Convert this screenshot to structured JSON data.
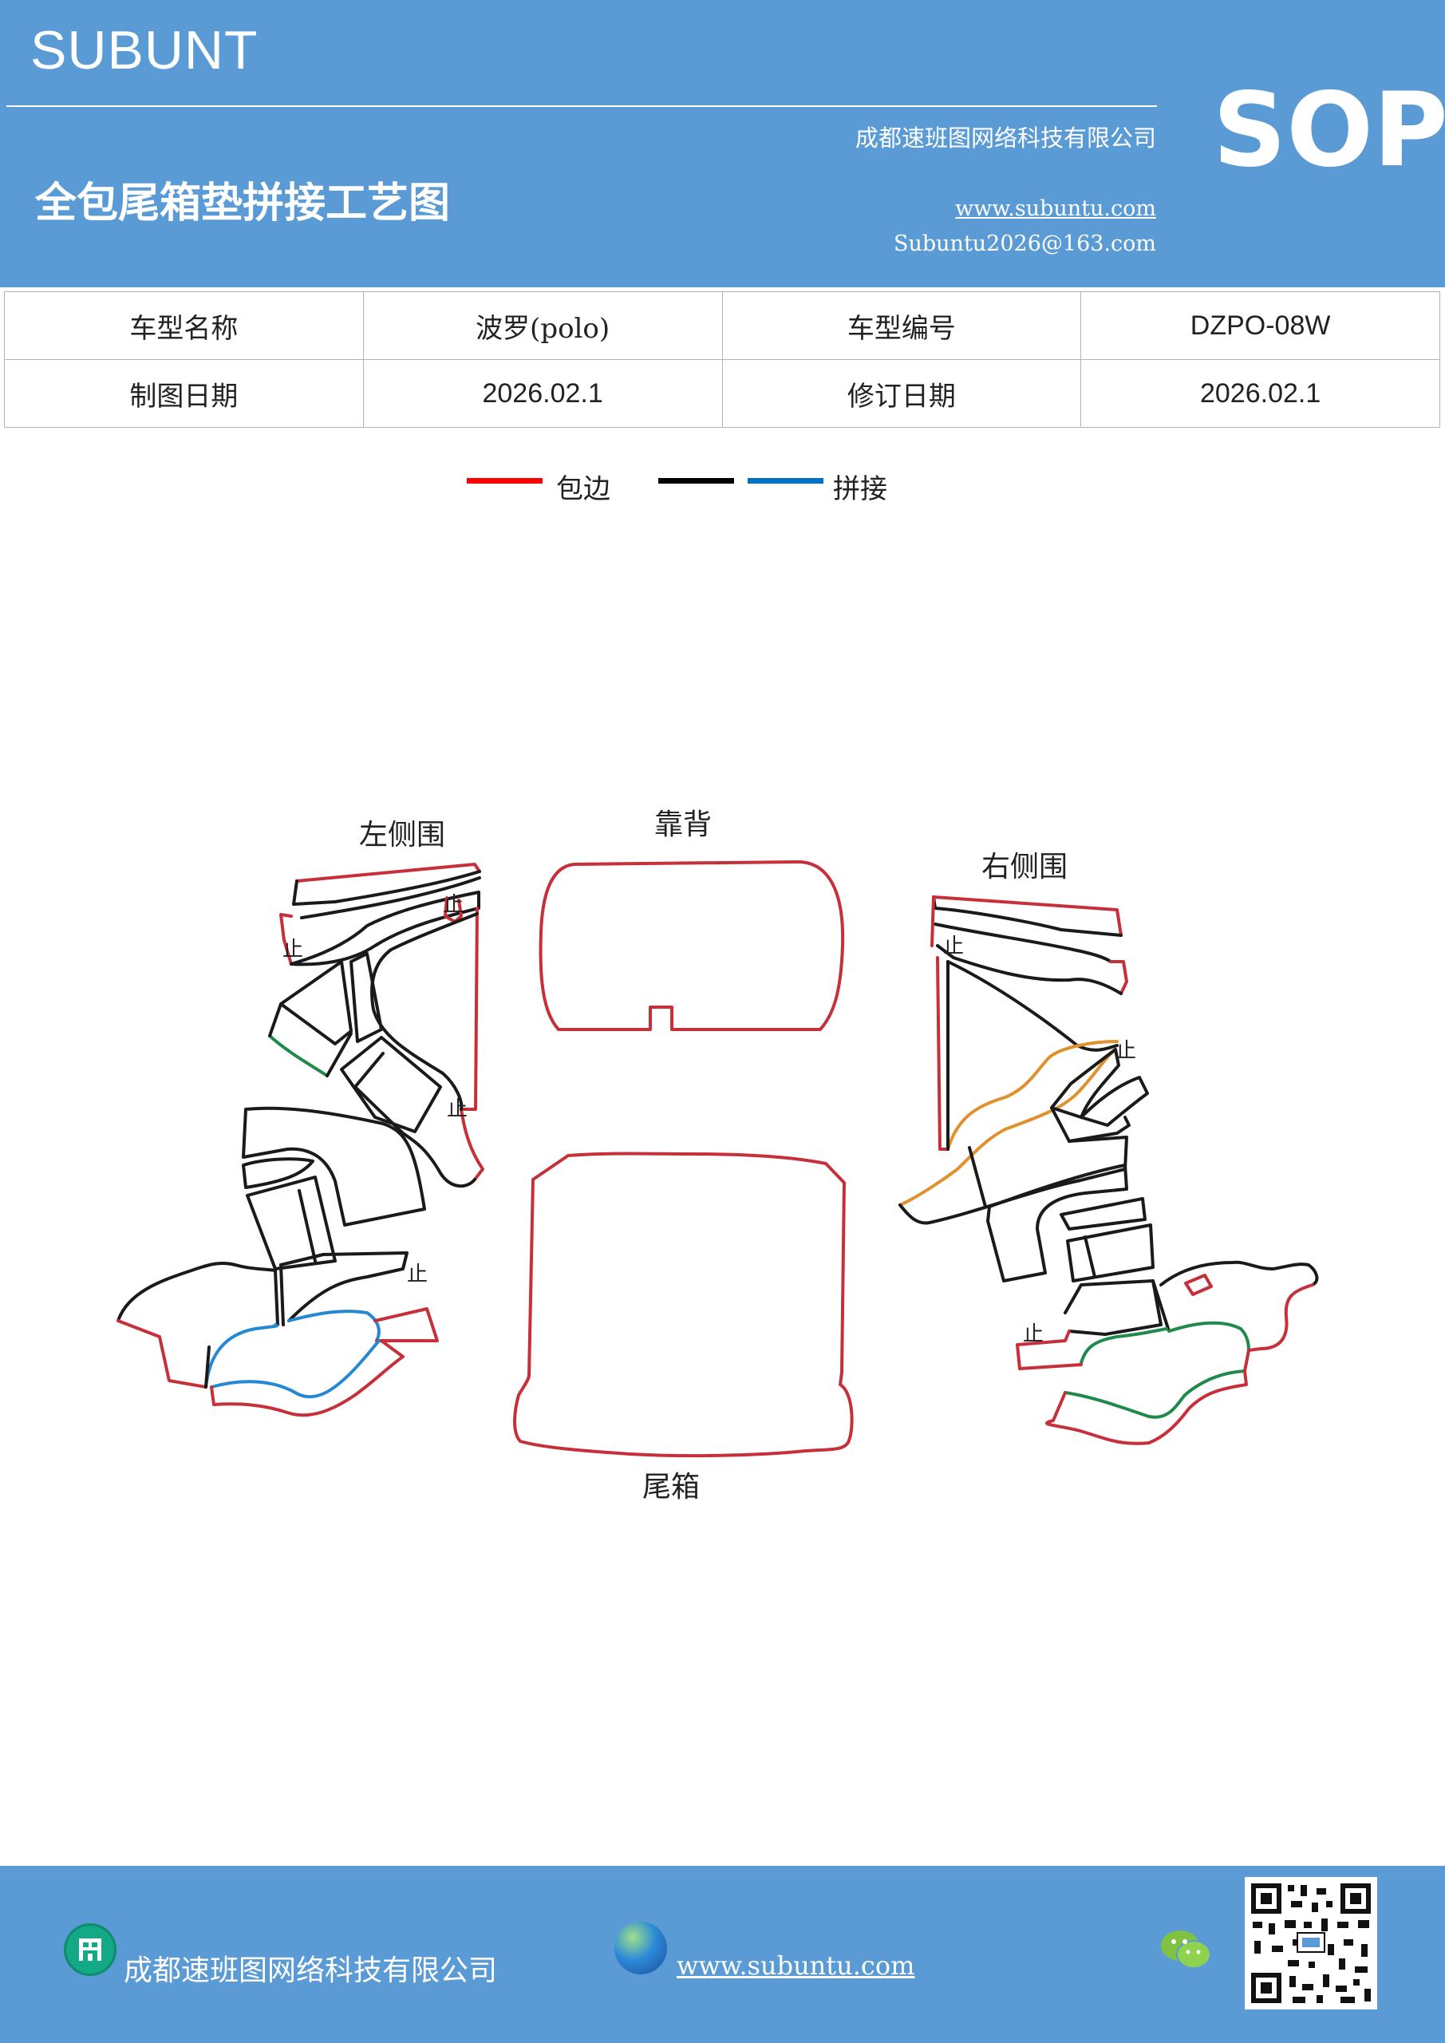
{
  "header": {
    "brand": "SUBUNT",
    "company": "成都速班图网络科技有限公司",
    "title": "全包尾箱垫拼接工艺图",
    "website": "www.subuntu.com",
    "email": "Subuntu2026@163.com",
    "badge": "SOP"
  },
  "info_table": {
    "rows": [
      [
        "车型名称",
        "波罗(polo)",
        "车型编号",
        "DZPO-08W"
      ],
      [
        "制图日期",
        "2026.02.1",
        "修订日期",
        "2026.02.1"
      ]
    ]
  },
  "legend": {
    "items": [
      {
        "label": "包边",
        "colors": [
          "#ff0000"
        ]
      },
      {
        "label": "拼接",
        "colors": [
          "#000000",
          "#0070c0"
        ]
      }
    ]
  },
  "drawing": {
    "labels": {
      "left_side": "左侧围",
      "backrest": "靠背",
      "right_side": "右侧围",
      "trunk": "尾箱"
    },
    "stop_mark": "止",
    "colors": {
      "edge": "#c6303a",
      "seam": "#1a1a1a",
      "blue_seam": "#2489d1",
      "green_seam": "#1f8a4c",
      "orange_seam": "#e0902c"
    }
  },
  "footer": {
    "company": "成都速班图网络科技有限公司",
    "website": "www.subuntu.com",
    "icons": [
      "building-icon",
      "globe-icon",
      "wechat-icon",
      "qr-code"
    ]
  }
}
